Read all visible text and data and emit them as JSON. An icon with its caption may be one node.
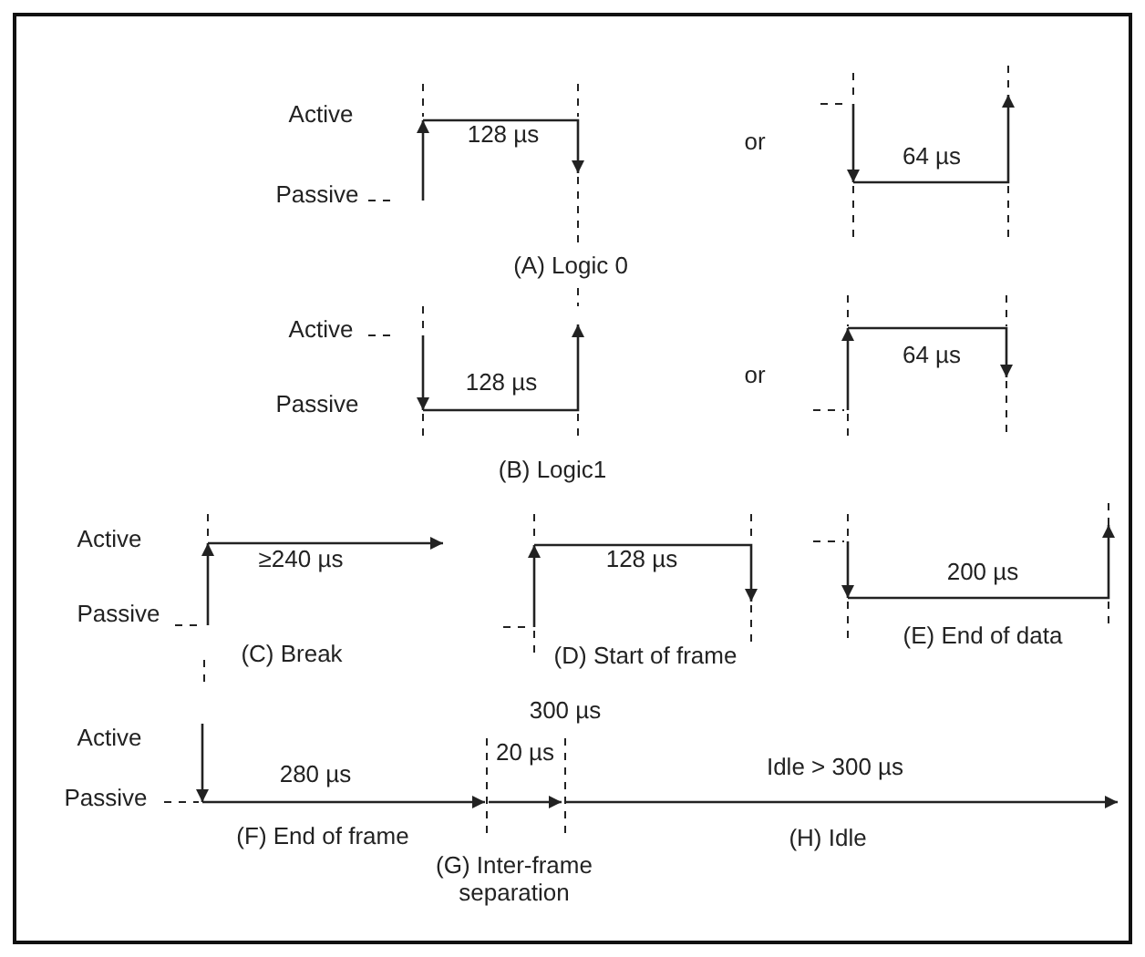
{
  "diagram": {
    "labels": [
      "Active",
      "Passive",
      "128 µs",
      "or",
      "64 µs",
      "(A) Logic 0",
      "Active",
      "64 µs",
      "128 µs",
      "or",
      "Passive",
      "(B) Logic1",
      "Active",
      "≥240 µs",
      "128 µs",
      "200 µs",
      "Passive",
      "(E) End of data",
      "(C) Break",
      "(D) Start of frame",
      "300 µs",
      "Active",
      "20 µs",
      "280 µs",
      "Idle > 300 µs",
      "Passive",
      "(F) End of frame",
      "(H) Idle",
      "(G) Inter-frame separation"
    ]
  }
}
